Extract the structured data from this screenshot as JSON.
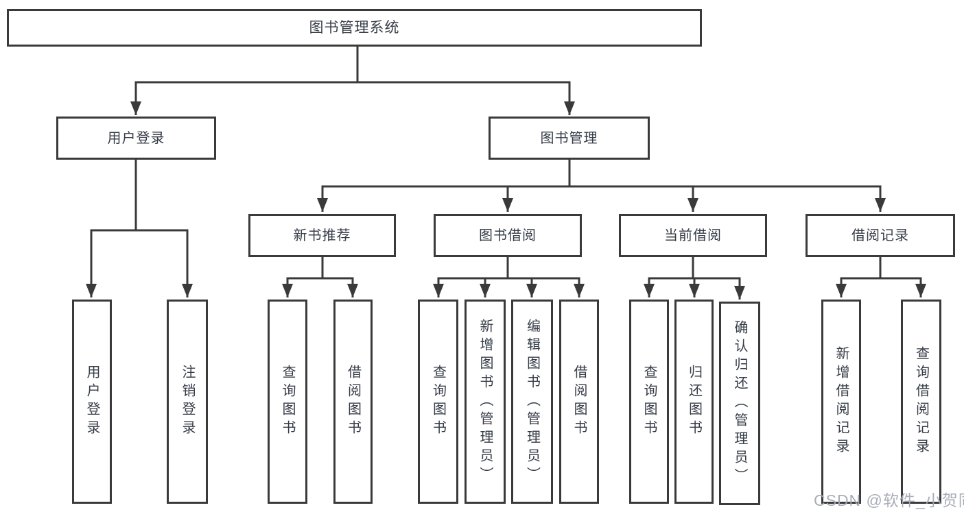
{
  "diagram": {
    "root": {
      "label": "图书管理系统"
    },
    "branches": {
      "user_login": {
        "label": "用户登录",
        "children": {
          "login": {
            "label": "用户登录"
          },
          "logout": {
            "label": "注销登录"
          }
        }
      },
      "book_management": {
        "label": "图书管理",
        "children": {
          "new_book_recommend": {
            "label": "新书推荐",
            "children": {
              "query_book": {
                "label": "查询图书"
              },
              "borrow_book": {
                "label": "借阅图书"
              }
            }
          },
          "book_borrow": {
            "label": "图书借阅",
            "children": {
              "query_book": {
                "label": "查询图书"
              },
              "add_book": {
                "label": "新增图书（管理员）"
              },
              "edit_book": {
                "label": "编辑图书（管理员）"
              },
              "borrow_book": {
                "label": "借阅图书"
              }
            }
          },
          "current_borrow": {
            "label": "当前借阅",
            "children": {
              "query_book": {
                "label": "查询图书"
              },
              "return_book": {
                "label": "归还图书"
              },
              "confirm_return": {
                "label": "确认归还（管理员）"
              }
            }
          },
          "borrow_record": {
            "label": "借阅记录",
            "children": {
              "add_record": {
                "label": "新增借阅记录"
              },
              "query_record": {
                "label": "查询借阅记录"
              }
            }
          }
        }
      }
    }
  },
  "colors": {
    "line": "#3a3a3a",
    "text": "#363c47",
    "background": "#ffffff",
    "watermark": "#a4a9b4"
  },
  "watermark": {
    "text": "CSDN @软件_小贺同学"
  }
}
